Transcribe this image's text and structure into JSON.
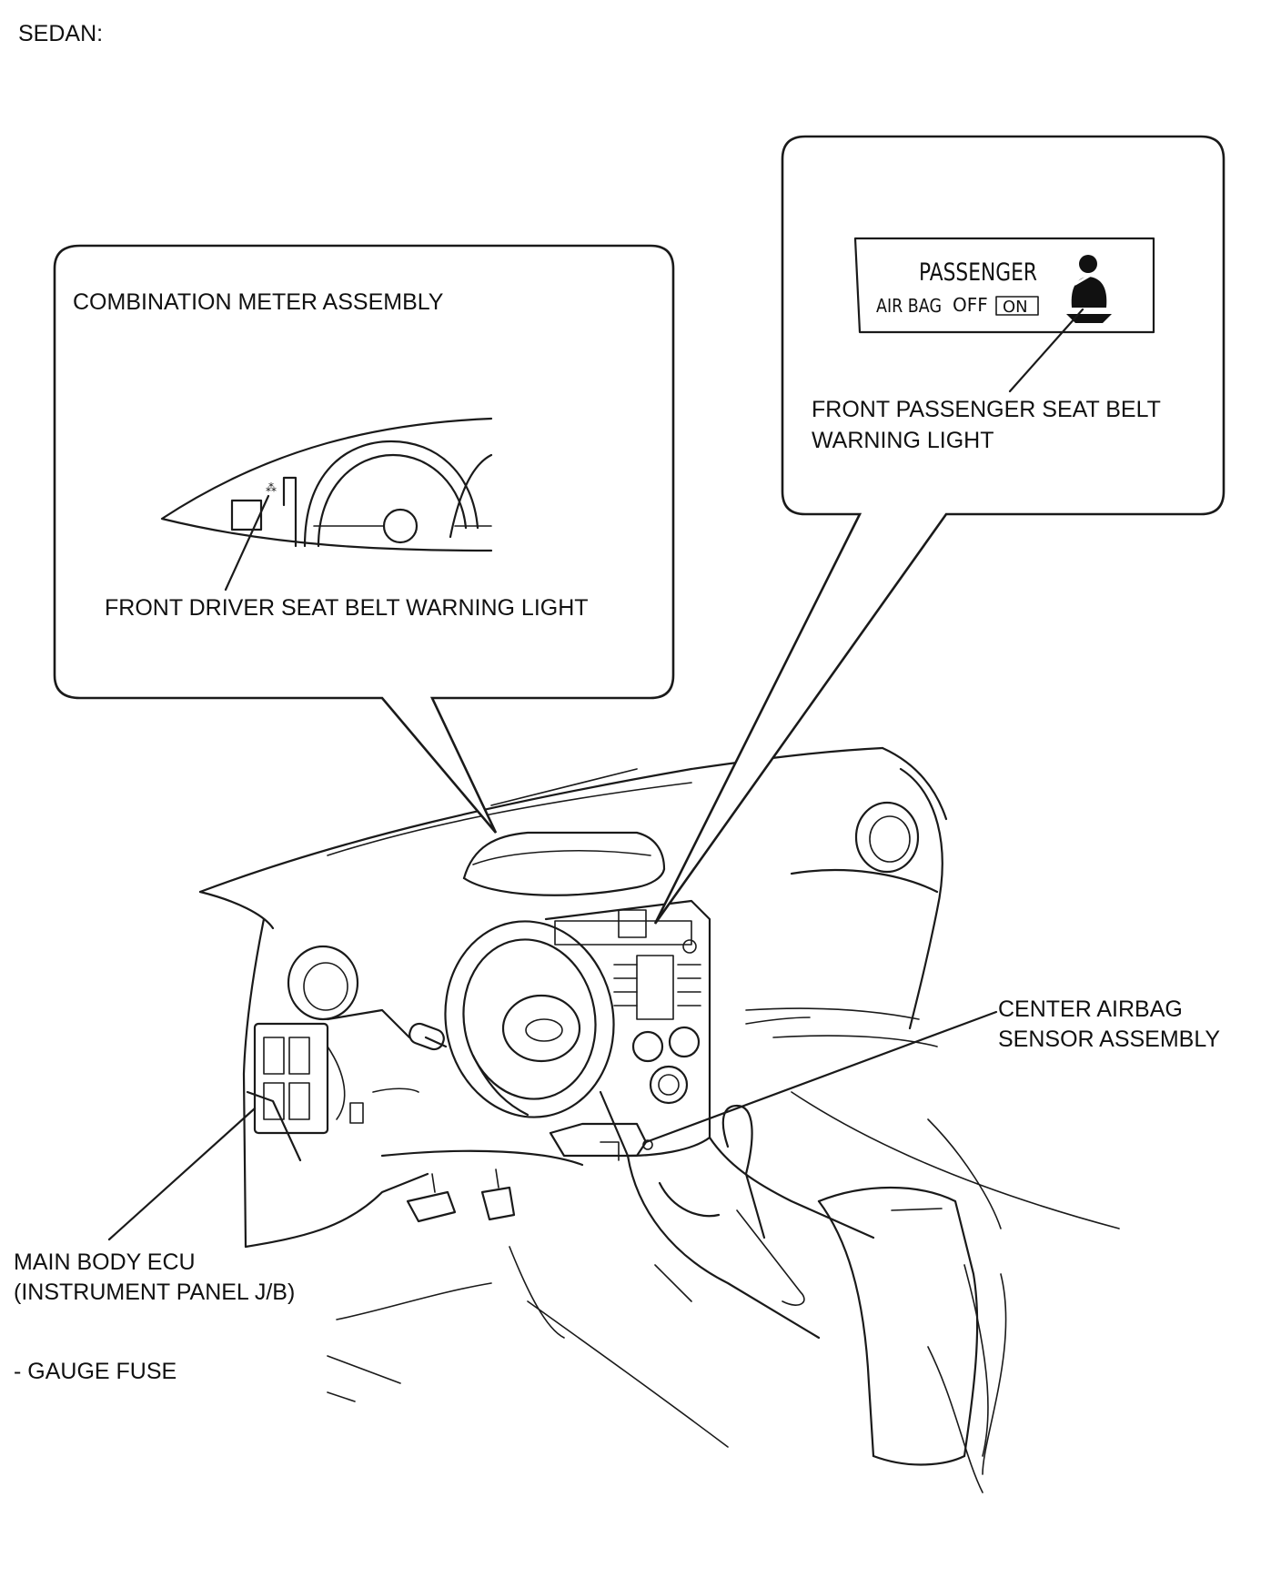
{
  "variant_label": "SEDAN:",
  "callouts": {
    "meter": {
      "title": "COMBINATION METER ASSEMBLY",
      "pointer_label": "FRONT DRIVER SEAT BELT WARNING LIGHT"
    },
    "passenger": {
      "panel_title": "PASSENGER",
      "panel_airbag": "AIR BAG",
      "panel_off": "OFF",
      "panel_on": "ON",
      "pointer_label_line1": "FRONT PASSENGER SEAT BELT",
      "pointer_label_line2": "WARNING LIGHT"
    }
  },
  "components": {
    "center_airbag_line1": "CENTER AIRBAG",
    "center_airbag_line2": "SENSOR ASSEMBLY",
    "main_body_line1": "MAIN BODY ECU",
    "main_body_line2": "(INSTRUMENT PANEL J/B)",
    "fuse": "- GAUGE FUSE"
  },
  "icons": [
    "seatbelt-person-icon"
  ]
}
